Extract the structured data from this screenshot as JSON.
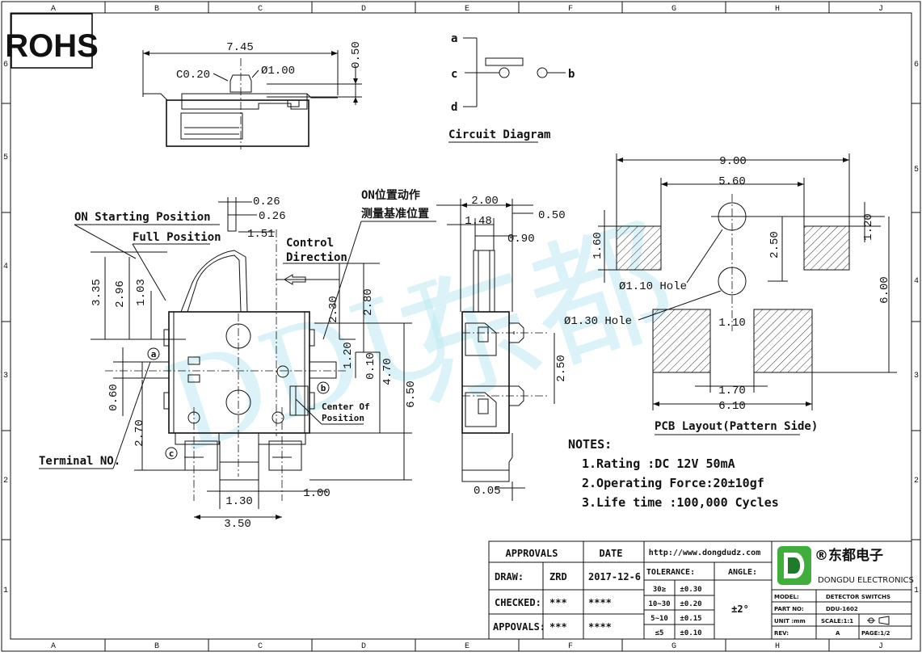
{
  "frame": {
    "columns": [
      "A",
      "B",
      "C",
      "D",
      "E",
      "F",
      "G",
      "H",
      "J"
    ],
    "rows": [
      "6",
      "5",
      "4",
      "3",
      "2",
      "1"
    ]
  },
  "rohs": "ROHS",
  "watermark": {
    "latin": "DDU",
    "cn": "东都"
  },
  "top_view": {
    "width": "7.45",
    "height": "0.50",
    "chamfer": "C0.20",
    "diameter": "Ø1.00"
  },
  "circuit": {
    "title": "Circuit Diagram",
    "pins": [
      "a",
      "b",
      "c",
      "d"
    ]
  },
  "front_view": {
    "on_start": "ON Starting Position",
    "full": "Full Position",
    "control": [
      "Control",
      "Direction"
    ],
    "on_cn": [
      "ON位置动作",
      "测量基准位置"
    ],
    "terminal": "Terminal NO.",
    "center_of": [
      "Center Of",
      "Position"
    ],
    "terminals": [
      "a",
      "b",
      "c"
    ],
    "dims": [
      "0.26",
      "0.26",
      "1.51",
      "3.35",
      "2.96",
      "1.03",
      "2.30",
      "2.80",
      "1.20",
      "0.10",
      "4.70",
      "6.50",
      "0.60",
      "2.70",
      "1.30",
      "1.00",
      "3.50"
    ]
  },
  "side_view": {
    "dims": [
      "2.00",
      "1.48",
      "0.50",
      "0.90",
      "2.50",
      "0.05"
    ]
  },
  "pcb": {
    "title": "PCB Layout(Pattern Side)",
    "dims": [
      "9.00",
      "5.60",
      "1.60",
      "2.50",
      "1.20",
      "6.00",
      "1.10",
      "1.70",
      "6.10"
    ],
    "hole1": "Ø1.10 Hole",
    "hole2": "Ø1.30 Hole"
  },
  "notes": {
    "title": "NOTES:",
    "items": [
      "1.Rating :DC 12V 50mA",
      "2.Operating Force:20±10gf",
      "3.Life time :100,000 Cycles"
    ]
  },
  "title_block": {
    "approvals_h": "APPROVALS",
    "date_h": "DATE",
    "url": "http://www.dongdudz.com",
    "tolerance": "TOLERANCE:",
    "angle": "ANGLE:",
    "angle_val": "±2°",
    "rows": [
      {
        "label": "DRAW:",
        "name": "ZRD",
        "date": "2017-12-6"
      },
      {
        "label": "CHECKED:",
        "name": "***",
        "date": "****"
      },
      {
        "label": "APPOVALS:",
        "name": "***",
        "date": "****"
      }
    ],
    "tol": [
      {
        "range": "30≥",
        "val": "±0.30"
      },
      {
        "range": "10~30",
        "val": "±0.20"
      },
      {
        "range": "5~10",
        "val": "±0.15"
      },
      {
        "range": "≤5",
        "val": "±0.10"
      }
    ],
    "company_cn": "®东都电子",
    "company_en": "DONGDU ELECTRONICS",
    "model_l": "MODEL:",
    "model_v": "DETECTOR SWITCHS",
    "part_l": "PART NO:",
    "part_v": "DDU-1602",
    "unit_l": "UNIT :mm",
    "scale": "SCALE:1:1",
    "rev_l": "REV:",
    "rev_v": "A",
    "page": "PAGE:1/2",
    "colors": {
      "logo_green": "#3fae3a",
      "logo_dark": "#1f7a2a"
    }
  }
}
